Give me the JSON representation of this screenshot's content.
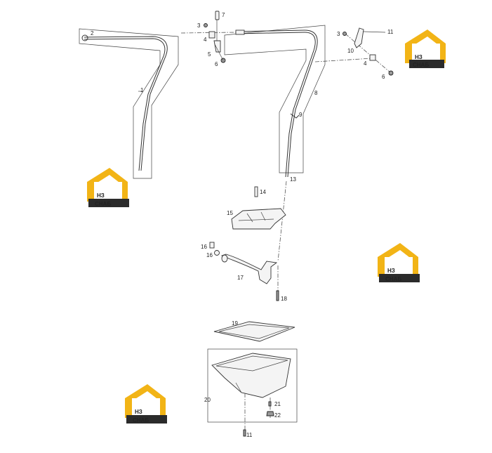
{
  "diagram": {
    "callouts": [
      "1",
      "2",
      "3",
      "4",
      "5",
      "6",
      "7",
      "3",
      "10",
      "11",
      "4",
      "6",
      "8",
      "9",
      "13",
      "14",
      "15",
      "16",
      "16",
      "17",
      "18",
      "19",
      "20",
      "21",
      "22",
      "11"
    ]
  },
  "watermark": {
    "letters": "НЗ",
    "word": "СНАБ",
    "colors": {
      "accent": "#f2b416",
      "dark": "#2b2b2b",
      "light": "#ffffff"
    }
  }
}
